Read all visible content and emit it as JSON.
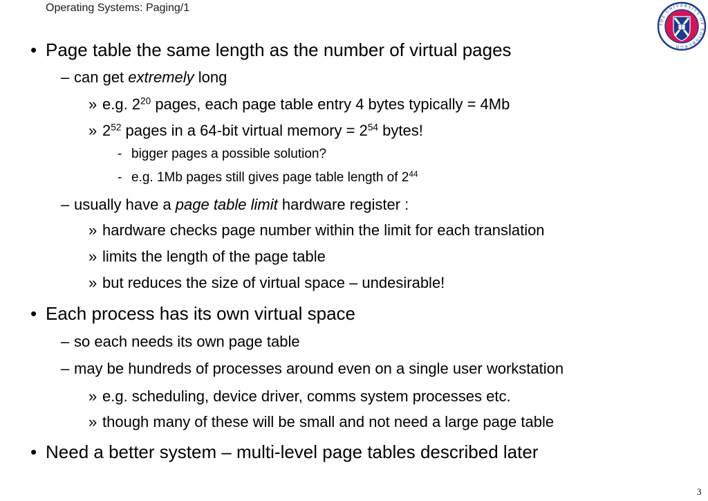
{
  "header": {
    "title": "Operating Systems: Paging/1"
  },
  "page_number": "3",
  "logo": {
    "text": "THE UNIVERSITY OF EDINBURGH",
    "colors": {
      "outer": "#1a3a8c",
      "inner": "#d4145a",
      "shield": "#1a3a8c"
    }
  },
  "markers": {
    "bullet": "•",
    "dash": "–",
    "raquo": "»",
    "hyphen": "-"
  },
  "content": {
    "b1": {
      "text": "Page table the same length as the number of virtual pages"
    },
    "b1_d1": {
      "pre": "can get ",
      "em": "extremely",
      "post": " long"
    },
    "b1_d1_r1": {
      "pre": "e.g. 2",
      "sup": "20",
      "post": " pages, each page table entry 4 bytes typically = 4Mb"
    },
    "b1_d1_r2": {
      "pre": "2",
      "sup1": "52",
      "mid": " pages in a 64-bit virtual memory = 2",
      "sup2": "54",
      "post": " bytes!"
    },
    "b1_d1_r2_h1": {
      "text": "bigger pages a possible solution?"
    },
    "b1_d1_r2_h2": {
      "pre": "e.g. 1Mb pages still gives page table length of 2",
      "sup": "44"
    },
    "b1_d2": {
      "pre": "usually have a ",
      "em": "page table limit",
      "post": " hardware register :"
    },
    "b1_d2_r1": {
      "text": "hardware checks page number within the limit for each translation"
    },
    "b1_d2_r2": {
      "text": "limits the length of the page table"
    },
    "b1_d2_r3": {
      "text": "but reduces the size of virtual space – undesirable!"
    },
    "b2": {
      "text": "Each process has its own virtual space"
    },
    "b2_d1": {
      "text": "so each needs its own page table"
    },
    "b2_d2": {
      "text": "may be hundreds of processes around even on a single user workstation"
    },
    "b2_d2_r1": {
      "text": "e.g. scheduling, device driver, comms system processes etc."
    },
    "b2_d2_r2": {
      "text": "though many of these will be small and not need a large page table"
    },
    "b3": {
      "text": "Need a better system – multi-level page tables described later"
    }
  }
}
